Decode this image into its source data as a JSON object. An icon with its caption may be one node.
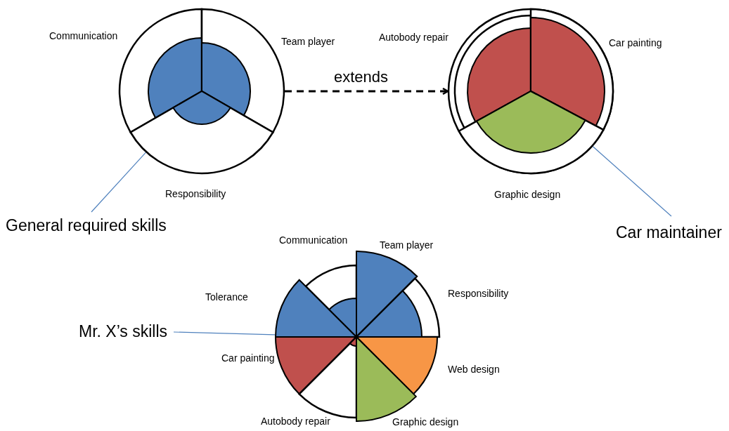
{
  "diagram": {
    "nodes": [
      {
        "text": [],
        "shape": "picture",
        "beside": [
          "Communication",
          "Team player",
          "Responsibility"
        ]
      },
      {
        "text": [
          "General required skills"
        ]
      },
      {
        "text": [],
        "shape": "picture",
        "beside": [
          "Autobody repair",
          "Car painting",
          "Graphic design"
        ]
      },
      {
        "text": [
          "Car maintainer"
        ]
      },
      {
        "text": [],
        "shape": "picture",
        "beside": [
          "Communication",
          "Team player",
          "Tolerance",
          "Responsibility",
          "Car painting",
          "Web design",
          "Autobody repair",
          "Graphic design"
        ]
      },
      {
        "text": [
          "Mr. X’s skills"
        ]
      }
    ],
    "edges": [
      {
        "from": 0,
        "to": 2,
        "arrow": "to",
        "label": "extends",
        "style": "dashed",
        "color": "#000000"
      },
      {
        "from": 1,
        "to": 0,
        "arrow": "none"
      },
      {
        "from": 3,
        "to": 2,
        "arrow": "none"
      },
      {
        "from": 5,
        "to": 4,
        "arrow": "none"
      }
    ]
  }
}
